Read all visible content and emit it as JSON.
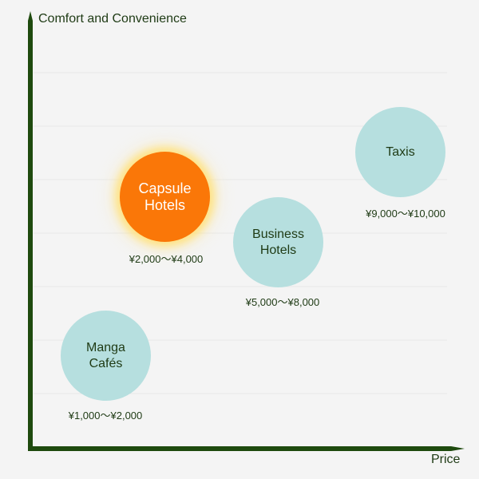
{
  "axes": {
    "y_label": "Comfort and Convenience",
    "x_label": "Price"
  },
  "colors": {
    "axis": "#1e4a0e",
    "grid": "#e8e8e8",
    "bubble": "#b6dfdf",
    "highlight": "#fa7708",
    "text": "#1e3a14"
  },
  "items": [
    {
      "name_lines": [
        "Manga",
        "Cafés"
      ],
      "price": "¥1,000〜¥2,000",
      "highlight": false
    },
    {
      "name_lines": [
        "Capsule",
        "Hotels"
      ],
      "price": "¥2,000〜¥4,000",
      "highlight": true
    },
    {
      "name_lines": [
        "Business",
        "Hotels"
      ],
      "price": "¥5,000〜¥8,000",
      "highlight": false
    },
    {
      "name_lines": [
        "Taxis"
      ],
      "price": "¥9,000〜¥10,000",
      "highlight": false
    }
  ]
}
